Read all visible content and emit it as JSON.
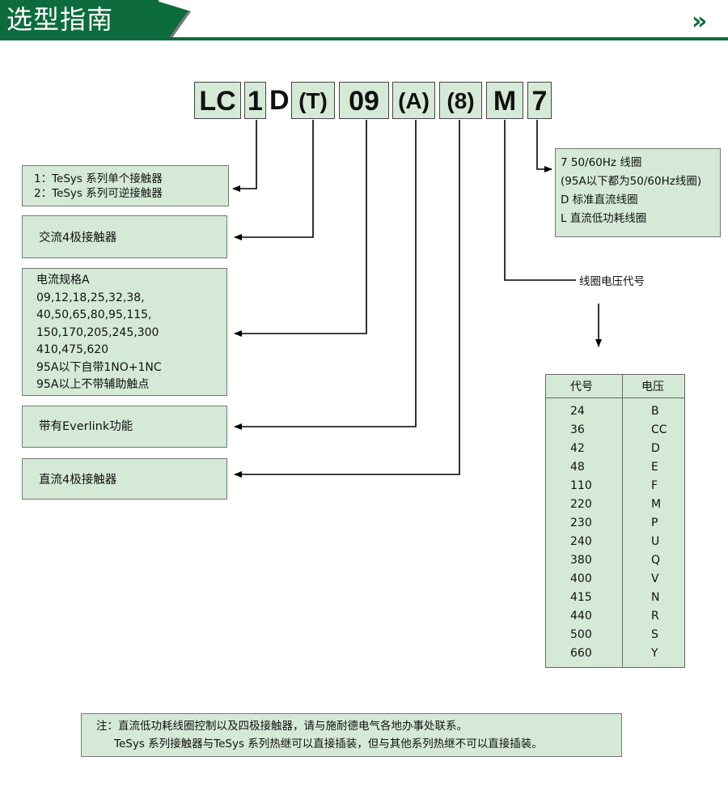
{
  "header": {
    "title": "选型指南",
    "arrows": "»"
  },
  "code": {
    "parts": [
      "LC",
      "1",
      "D",
      "(T)",
      "09",
      "(A)",
      "(8)",
      "M",
      "7"
    ]
  },
  "boxes": {
    "series": [
      "1：TeSys 系列单个接触器",
      "2：TeSys 系列可逆接触器"
    ],
    "ac4": "交流4极接触器",
    "current": [
      "电流规格A",
      "09,12,18,25,32,38,",
      "40,50,65,80,95,115,",
      "150,170,205,245,300",
      "410,475,620",
      "95A以下自带1NO+1NC",
      "95A以上不带辅助触点"
    ],
    "everlink": "带有Everlink功能",
    "dc4": "直流4极接触器",
    "coil": [
      "7 50/60Hz 线圈",
      "(95A以下都为50/60Hz线圈)",
      "D 标准直流线圈",
      "L 直流低功耗线圈"
    ],
    "voltage_label": "线圈电压代号"
  },
  "voltage_table": {
    "headers": [
      "代号",
      "电压"
    ],
    "rows": [
      [
        "24",
        "B"
      ],
      [
        "36",
        "CC"
      ],
      [
        "42",
        "D"
      ],
      [
        "48",
        "E"
      ],
      [
        "110",
        "F"
      ],
      [
        "220",
        "M"
      ],
      [
        "230",
        "P"
      ],
      [
        "240",
        "U"
      ],
      [
        "380",
        "Q"
      ],
      [
        "400",
        "V"
      ],
      [
        "415",
        "N"
      ],
      [
        "440",
        "R"
      ],
      [
        "500",
        "S"
      ],
      [
        "660",
        "Y"
      ]
    ]
  },
  "note": {
    "line1": "注：直流低功耗线圈控制以及四极接触器，请与施耐德电气各地办事处联系。",
    "line2": "TeSys 系列接触器与TeSys 系列热继可以直接插装，但与其他系列热继不可以直接插装。"
  },
  "colors": {
    "brand_green": "#0e6b3e",
    "box_fill": "#d5ead6"
  }
}
